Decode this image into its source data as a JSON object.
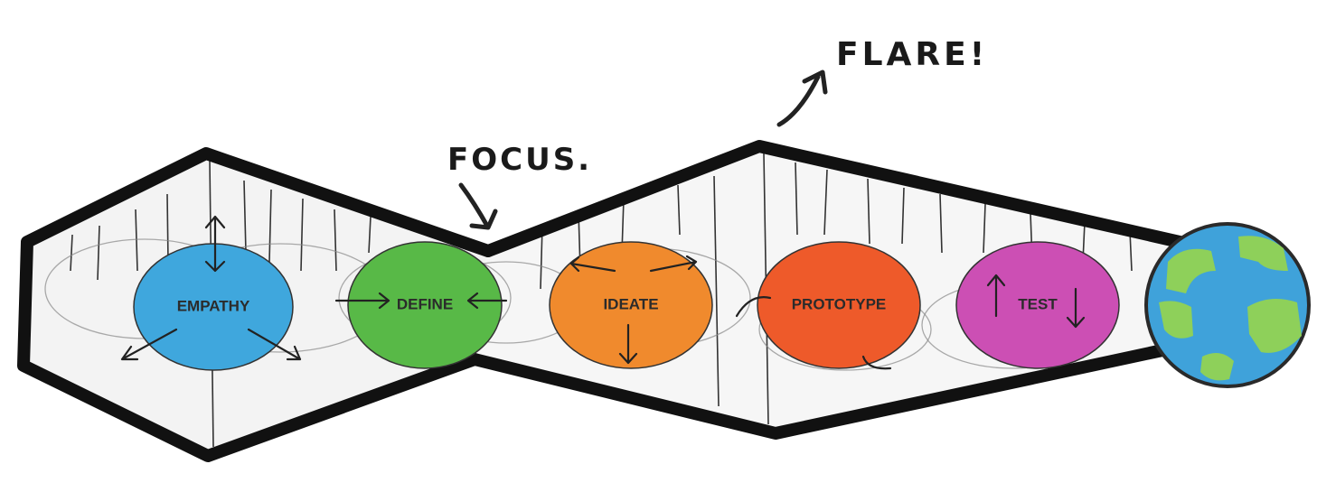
{
  "annotations": {
    "flare": "FLARE!",
    "focus": "FOCUS."
  },
  "stages": [
    {
      "label": "EMPATHY",
      "color": "#3fa7dd"
    },
    {
      "label": "DEFINE",
      "color": "#58b947"
    },
    {
      "label": "IDEATE",
      "color": "#f08a2d"
    },
    {
      "label": "PROTOTYPE",
      "color": "#ee5a2a"
    },
    {
      "label": "TEST",
      "color": "#cc4fb4"
    }
  ],
  "globe": {
    "ocean_color": "#3fa2da",
    "land_color": "#8ed05a"
  }
}
